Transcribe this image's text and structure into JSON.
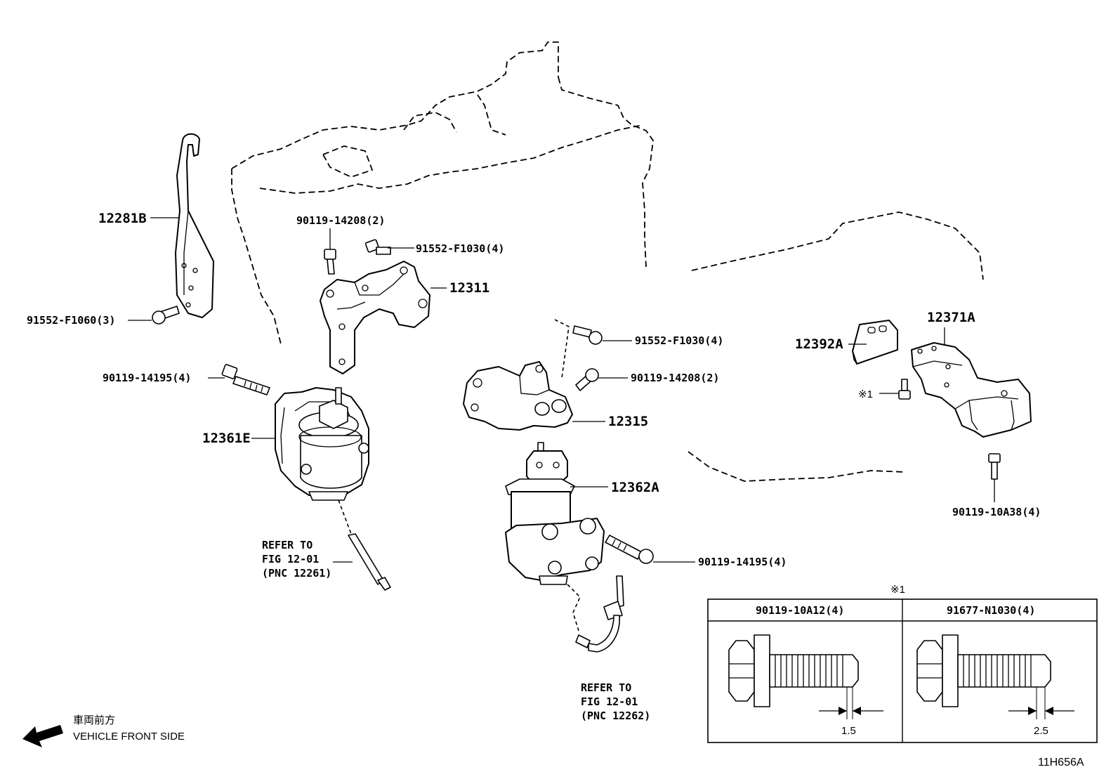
{
  "diagram_code": "11H656A",
  "parts": {
    "p12281b": "12281B",
    "p12311": "12311",
    "p12315": "12315",
    "p12361e": "12361E",
    "p12362a": "12362A",
    "p12371a": "12371A",
    "p12392a": "12392A"
  },
  "bolts": {
    "b_14208_top": "90119-14208(2)",
    "b_f1030_top": "91552-F1030(4)",
    "b_f1060": "91552-F1060(3)",
    "b_14195_left": "90119-14195(4)",
    "b_f1030_mid": "91552-F1030(4)",
    "b_14208_mid": "90119-14208(2)",
    "b_10a38": "90119-10A38(4)",
    "b_14195_right": "90119-14195(4)",
    "note_marker": "※1"
  },
  "refer_left": {
    "line1": "REFER TO",
    "line2": "FIG 12-01",
    "line3": "(PNC 12261)"
  },
  "refer_right": {
    "line1": "REFER TO",
    "line2": "FIG 12-01",
    "line3": "(PNC 12262)"
  },
  "note_table": {
    "marker": "※1",
    "col1_header": "90119-10A12(4)",
    "col2_header": "91677-N1030(4)",
    "col1_dim": "1.5",
    "col2_dim": "2.5"
  },
  "direction": {
    "jp": "車両前方",
    "en": "VEHICLE FRONT SIDE"
  }
}
